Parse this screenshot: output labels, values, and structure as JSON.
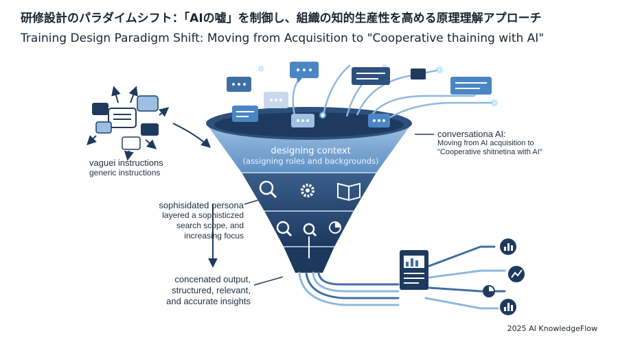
{
  "title": {
    "jp": "研修設計のパラダイムシフト：「AIの嘘」を制御し、組織の知的生産性を高める原理理解アプローチ",
    "en": "Training Design Paradigm Shift: Moving from Acquisition to \"Cooperative thaining with AI\""
  },
  "labels": {
    "vague_heading": "vaguei instructions",
    "vague_sub": "generic instructions",
    "persona_heading": "sophisidated persona",
    "persona_line1": "layered a sophisticzed",
    "persona_line2": "search scope, and",
    "persona_line3": "increasing focus",
    "output_line1": "concenated output,",
    "output_line2": "structured, relevant,",
    "output_line3": "and accurate insights",
    "conv_heading": "conversationa AI:",
    "conv_line1": "Moving from AI acquisition to",
    "conv_line2": "\"Cooperative shitnetina with AI\""
  },
  "funnel": {
    "context_title": "designing context",
    "context_sub": "(assigning roles and backgrounds)"
  },
  "colors": {
    "navy": "#1e3a5f",
    "mid_blue": "#3f6ea3",
    "light_blue": "#8fb7df",
    "glow": "#7ec8ff",
    "bubble": "#4a86c5"
  },
  "icons": [
    "chat-bubble-icon",
    "magnifier-icon",
    "gear-icon",
    "book-icon",
    "pie-chart-icon",
    "document-icon",
    "bar-chart-icon",
    "line-chart-icon"
  ],
  "credit": "2025 AI KnowledgeFlow"
}
